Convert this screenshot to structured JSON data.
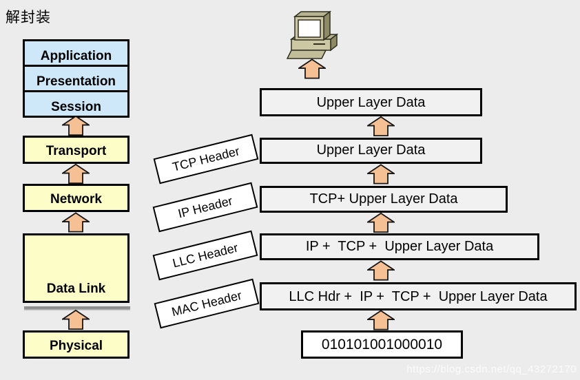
{
  "page": {
    "title": "解封装",
    "watermark": "https://blog.csdn.net/qq_43272170"
  },
  "colors": {
    "background": "#ececec",
    "layer_upper_blue": "#cee8fa",
    "layer_yellow": "#fdfdc8",
    "arrow_fill": "#f6c095",
    "box_border": "#000000"
  },
  "osi_stack": {
    "upper": [
      "Application",
      "Presentation",
      "Session"
    ],
    "transport": "Transport",
    "network": "Network",
    "data_link": "Data Link",
    "physical": "Physical"
  },
  "pdu": {
    "row1": "Upper Layer Data",
    "row2": "Upper Layer Data",
    "row3": "TCP+ Upper Layer Data",
    "row4": "IP +  TCP +  Upper Layer Data",
    "row5": "LLC Hdr +  IP +  TCP +  Upper Layer Data",
    "bits": "010101001000010"
  },
  "header_labels": {
    "tcp": "TCP Header",
    "ip": "IP Header",
    "llc": "LLC Header",
    "mac": "MAC Header"
  },
  "icons": {
    "computer": "desktop-computer-icon",
    "arrow": "up-arrow-icon"
  }
}
